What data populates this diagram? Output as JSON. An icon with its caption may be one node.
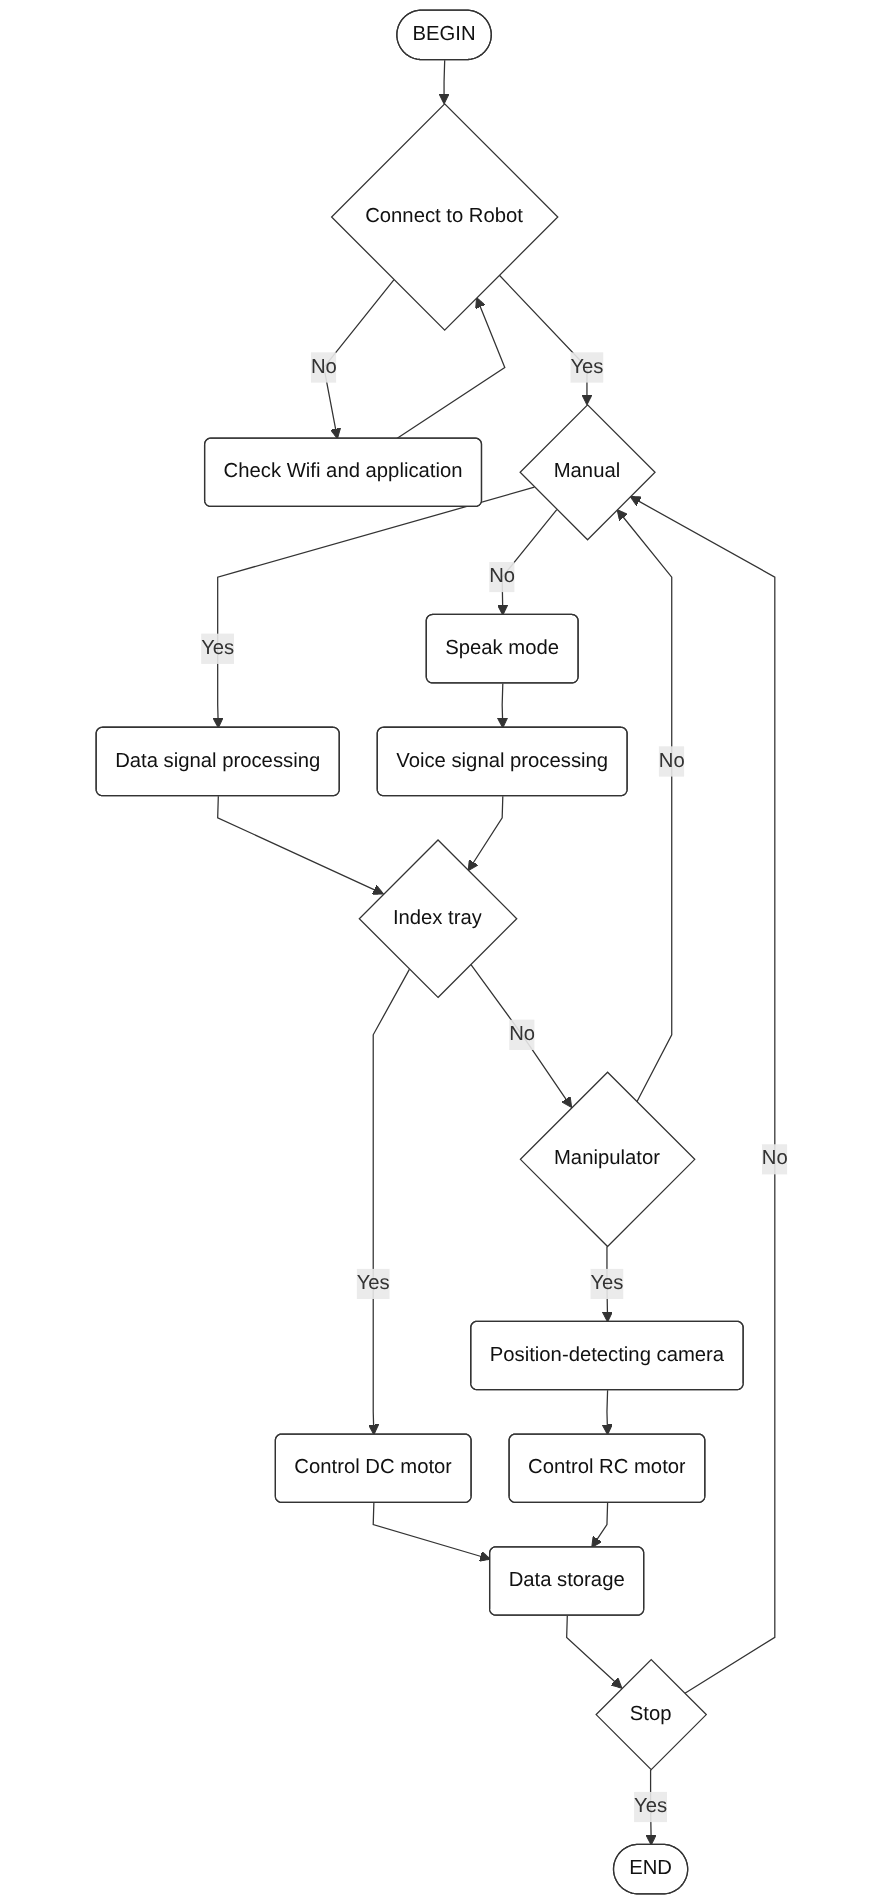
{
  "diagram": {
    "nodes": [
      {
        "text": [
          "BEGIN"
        ]
      },
      {
        "text": [
          "Connect to Robot"
        ]
      },
      {
        "text": [
          "Check Wifi and application"
        ]
      },
      {
        "text": [
          "Manual"
        ]
      },
      {
        "text": [
          "Speak mode"
        ]
      },
      {
        "text": [
          "Data signal processing"
        ]
      },
      {
        "text": [
          "Voice signal processing"
        ]
      },
      {
        "text": [
          "Index tray"
        ]
      },
      {
        "text": [
          "Manipulator"
        ]
      },
      {
        "text": [
          "Control DC motor"
        ]
      },
      {
        "text": [
          "Position-detecting camera"
        ]
      },
      {
        "text": [
          "Data storage"
        ]
      },
      {
        "text": [
          "Control RC motor"
        ]
      },
      {
        "text": [
          "Stop"
        ]
      },
      {
        "text": [
          "END"
        ]
      }
    ],
    "edges": [
      {
        "from": 0,
        "to": 1,
        "arrow": "to"
      },
      {
        "from": 1,
        "to": 2,
        "label": "No",
        "arrow": "to"
      },
      {
        "from": 2,
        "to": 1,
        "arrow": "to"
      },
      {
        "from": 1,
        "to": 3,
        "label": "Yes",
        "arrow": "to"
      },
      {
        "from": 3,
        "to": 4,
        "label": "No",
        "arrow": "to"
      },
      {
        "from": 3,
        "to": 5,
        "label": "Yes",
        "arrow": "to"
      },
      {
        "from": 4,
        "to": 6,
        "arrow": "to"
      },
      {
        "from": 5,
        "to": 7,
        "arrow": "to"
      },
      {
        "from": 6,
        "to": 7,
        "arrow": "to"
      },
      {
        "from": 7,
        "to": 8,
        "label": "No",
        "arrow": "to"
      },
      {
        "from": 7,
        "to": 9,
        "label": "Yes",
        "arrow": "to"
      },
      {
        "from": 8,
        "to": 10,
        "label": "Yes",
        "arrow": "to"
      },
      {
        "from": 8,
        "to": 3,
        "label": "No",
        "arrow": "to"
      },
      {
        "from": 9,
        "to": 11,
        "arrow": "to"
      },
      {
        "from": 10,
        "to": 12,
        "arrow": "to"
      },
      {
        "from": 12,
        "to": 11,
        "arrow": "to"
      },
      {
        "from": 11,
        "to": 13,
        "arrow": "to"
      },
      {
        "from": 13,
        "to": 3,
        "label": "No",
        "arrow": "to"
      },
      {
        "from": 13,
        "to": 14,
        "label": "Yes",
        "arrow": "to"
      }
    ]
  }
}
